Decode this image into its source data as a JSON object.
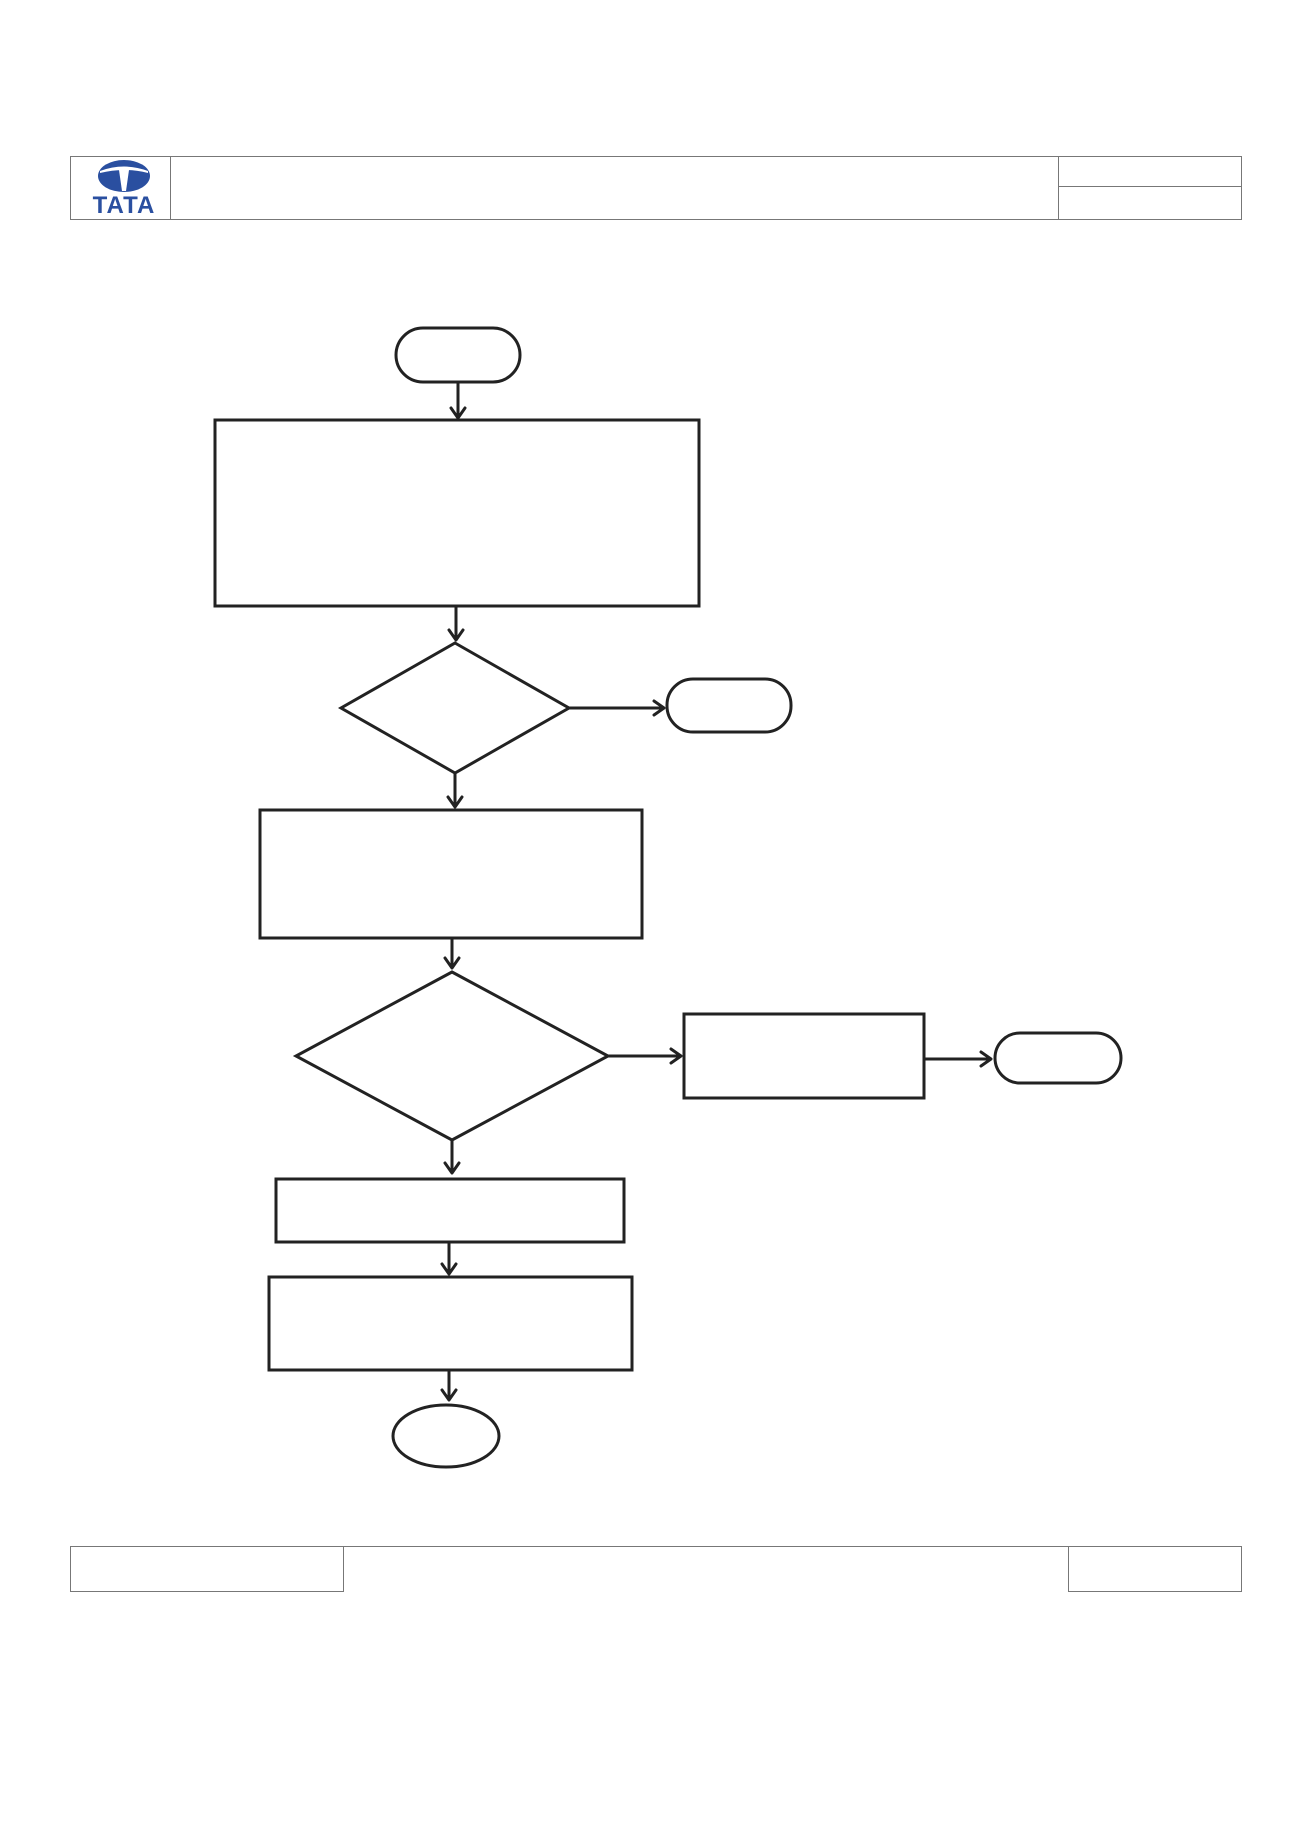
{
  "header": {
    "logo": {
      "icon": "tata-logo-icon",
      "wordmark": "TATA",
      "color": "#2a4fa0"
    }
  },
  "diagram": {
    "nodes": [
      {
        "id": "start",
        "shape": "terminator"
      },
      {
        "id": "step-1",
        "shape": "process"
      },
      {
        "id": "decision-1",
        "shape": "decision"
      },
      {
        "id": "exit-1",
        "shape": "terminator"
      },
      {
        "id": "step-2",
        "shape": "process"
      },
      {
        "id": "decision-2",
        "shape": "decision"
      },
      {
        "id": "step-branch",
        "shape": "process"
      },
      {
        "id": "exit-2",
        "shape": "terminator"
      },
      {
        "id": "step-3",
        "shape": "process"
      },
      {
        "id": "step-4",
        "shape": "process"
      },
      {
        "id": "end",
        "shape": "terminator"
      }
    ],
    "edges": [
      {
        "from": "start",
        "to": "step-1"
      },
      {
        "from": "step-1",
        "to": "decision-1"
      },
      {
        "from": "decision-1",
        "to": "exit-1"
      },
      {
        "from": "decision-1",
        "to": "step-2"
      },
      {
        "from": "step-2",
        "to": "decision-2"
      },
      {
        "from": "decision-2",
        "to": "step-branch"
      },
      {
        "from": "step-branch",
        "to": "exit-2"
      },
      {
        "from": "decision-2",
        "to": "step-3"
      },
      {
        "from": "step-3",
        "to": "step-4"
      },
      {
        "from": "step-4",
        "to": "end"
      }
    ]
  }
}
